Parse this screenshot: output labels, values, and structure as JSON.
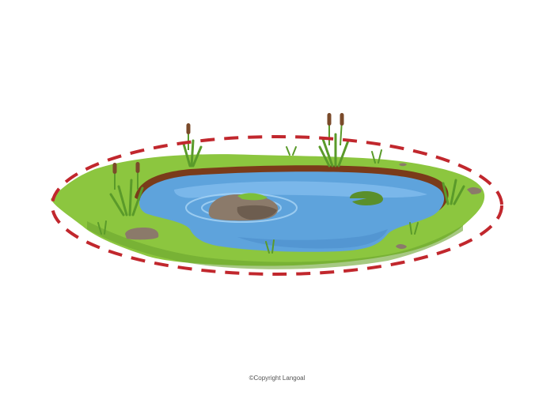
{
  "copyright": "©Copyright Langoal",
  "colors": {
    "background": "#ffffff",
    "grass": "#8cc63f",
    "grass_dark": "#6aa52e",
    "soil": "#7a3b1a",
    "water": "#5ea3dc",
    "water_light": "#86bff0",
    "water_dark": "#3f7fc0",
    "dash_outline": "#c1272d",
    "rock": "#8b7a6a",
    "rock_dark": "#6d5d4f",
    "moss": "#7cbf3a",
    "lily_pad": "#5a8f2c",
    "cattail": "#7a4a2a"
  },
  "scene": {
    "elements": [
      "pond-water",
      "grass-bank",
      "soil-edge",
      "center-rock",
      "lily-pad",
      "cattails",
      "small-stones",
      "dashed-outline"
    ]
  }
}
